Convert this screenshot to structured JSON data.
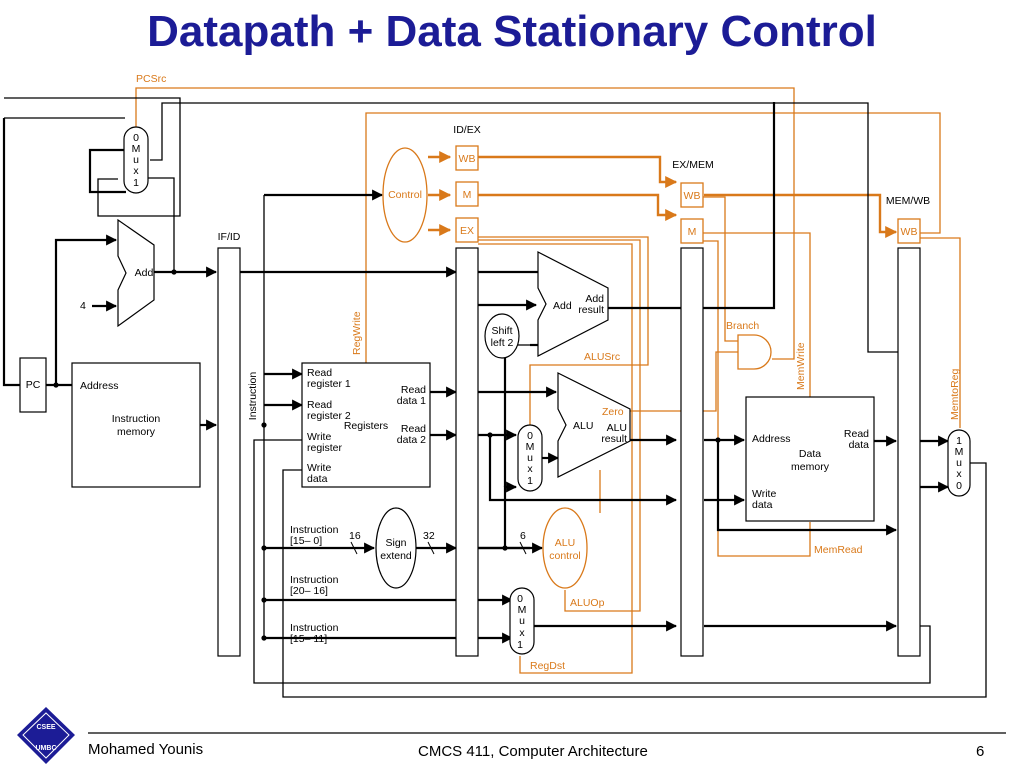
{
  "slide": {
    "title": "Datapath + Data Stationary Control",
    "footer": {
      "author": "Mohamed Younis",
      "course": "CMCS 411, Computer Architecture",
      "page": "6",
      "logo_text_top": "CSEE",
      "logo_text_bottom": "UMBC"
    }
  },
  "colors": {
    "title": "#1c1c96",
    "control": "#d9791a",
    "wire": "#000000"
  },
  "diagram": {
    "pipeline_registers": {
      "if_id": "IF/ID",
      "id_ex": "ID/EX",
      "ex_mem": "EX/MEM",
      "mem_wb": "MEM/WB"
    },
    "fields": {
      "wb": "WB",
      "m": "M",
      "ex": "EX"
    },
    "units": {
      "pc": "PC",
      "add": "Add",
      "four": "4",
      "imem_address": "Address",
      "imem_name1": "Instruction",
      "imem_name2": "memory",
      "instruction": "Instruction",
      "control": "Control",
      "reg_read1a": "Read",
      "reg_read1b": "register 1",
      "reg_read2a": "Read",
      "reg_read2b": "register 2",
      "reg_writea": "Write",
      "reg_writeb": "register",
      "reg_wdataa": "Write",
      "reg_wdatab": "data",
      "registers": "Registers",
      "reg_rd1a": "Read",
      "reg_rd1b": "data 1",
      "reg_rd2a": "Read",
      "reg_rd2b": "data 2",
      "shift_a": "Shift",
      "shift_b": "left 2",
      "add2": "Add",
      "add_result_a": "Add",
      "add_result_b": "result",
      "alu": "ALU",
      "alu_result_a": "ALU",
      "alu_result_b": "result",
      "zero": "Zero",
      "sign_a": "Sign",
      "sign_b": "extend",
      "bits16": "16",
      "bits32": "32",
      "bits6": "6",
      "alu_ctrl_a": "ALU",
      "alu_ctrl_b": "control",
      "dmem_address": "Address",
      "dmem_name1": "Data",
      "dmem_name2": "memory",
      "dmem_read_a": "Read",
      "dmem_read_b": "data",
      "dmem_write_a": "Write",
      "dmem_write_b": "data",
      "instr_15_0a": "Instruction",
      "instr_15_0b": "[15– 0]",
      "instr_20_16a": "Instruction",
      "instr_20_16b": "[20– 16]",
      "instr_15_11a": "Instruction",
      "instr_15_11b": "[15– 11]"
    },
    "muxes": {
      "pc_mux": [
        "0",
        "M",
        "u",
        "x",
        "1"
      ],
      "alu_mux": [
        "0",
        "M",
        "u",
        "x",
        "1"
      ],
      "regdst_mux": [
        "0",
        "M",
        "u",
        "x",
        "1"
      ],
      "wb_mux": [
        "1",
        "M",
        "u",
        "x",
        "0"
      ]
    },
    "signals": {
      "pcsrc": "PCSrc",
      "regwrite": "RegWrite",
      "branch": "Branch",
      "memwrite": "MemWrite",
      "memtoreg": "MemtoReg",
      "alusrc": "ALUSrc",
      "memread": "MemRead",
      "aluop": "ALUOp",
      "regdst": "RegDst"
    }
  }
}
